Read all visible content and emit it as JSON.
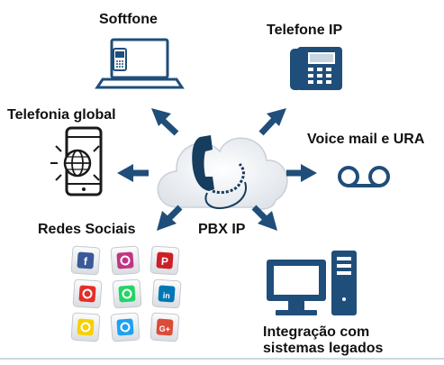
{
  "labels": {
    "softfone": "Softfone",
    "telefone_ip": "Telefone IP",
    "telefonia_global": "Telefonia global",
    "voice_mail": "Voice mail e URA",
    "redes_sociais": "Redes Sociais",
    "pbx_ip": "PBX IP",
    "integracao_line1": "Integração com",
    "integracao_line2": "sistemas legados"
  },
  "social_icons": [
    {
      "name": "facebook-icon",
      "glyph": "f",
      "color": "#3b5998"
    },
    {
      "name": "instagram-icon",
      "glyph": "",
      "color": "#c13584"
    },
    {
      "name": "pinterest-icon",
      "glyph": "P",
      "color": "#cb2027"
    },
    {
      "name": "youtube-icon",
      "glyph": "",
      "color": "#e52d27"
    },
    {
      "name": "whatsapp-icon",
      "glyph": "",
      "color": "#25d366"
    },
    {
      "name": "linkedin-icon",
      "glyph": "in",
      "color": "#0077b5"
    },
    {
      "name": "snapchat-icon",
      "glyph": "",
      "color": "#f7d000"
    },
    {
      "name": "twitter-icon",
      "glyph": "",
      "color": "#1da1f2"
    },
    {
      "name": "googleplus-icon",
      "glyph": "G+",
      "color": "#dd4b39"
    }
  ],
  "colors": {
    "primary": "#1f4e7a",
    "cloud": "#eef1f5",
    "handset": "#163c5e"
  }
}
